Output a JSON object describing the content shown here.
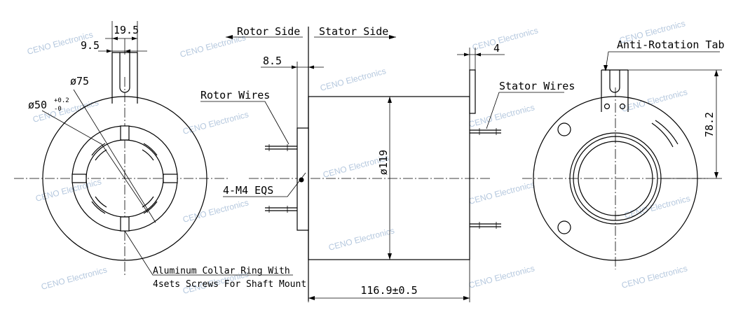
{
  "watermark": "CENO Electronics",
  "labels": {
    "rotor_side": "Rotor Side",
    "stator_side": "Stator Side",
    "rotor_wires": "Rotor Wires",
    "stator_wires": "Stator Wires",
    "m4": "4-M4 EQS",
    "anti_rotation": "Anti-Rotation Tab",
    "collar_line1": "Aluminum Collar Ring With",
    "collar_line2": "4sets Screws For Shaft Mount"
  },
  "dimensions": {
    "d19_5": "19.5",
    "d9_5": "9.5",
    "d75": "ø75",
    "d50": "ø50",
    "d50_tol_upper": "+0.2",
    "d50_tol_lower": "-0",
    "d8_5": "8.5",
    "d119": "ø119",
    "d116_9": "116.9±0.5",
    "d4": "4",
    "d78_2": "78.2"
  }
}
